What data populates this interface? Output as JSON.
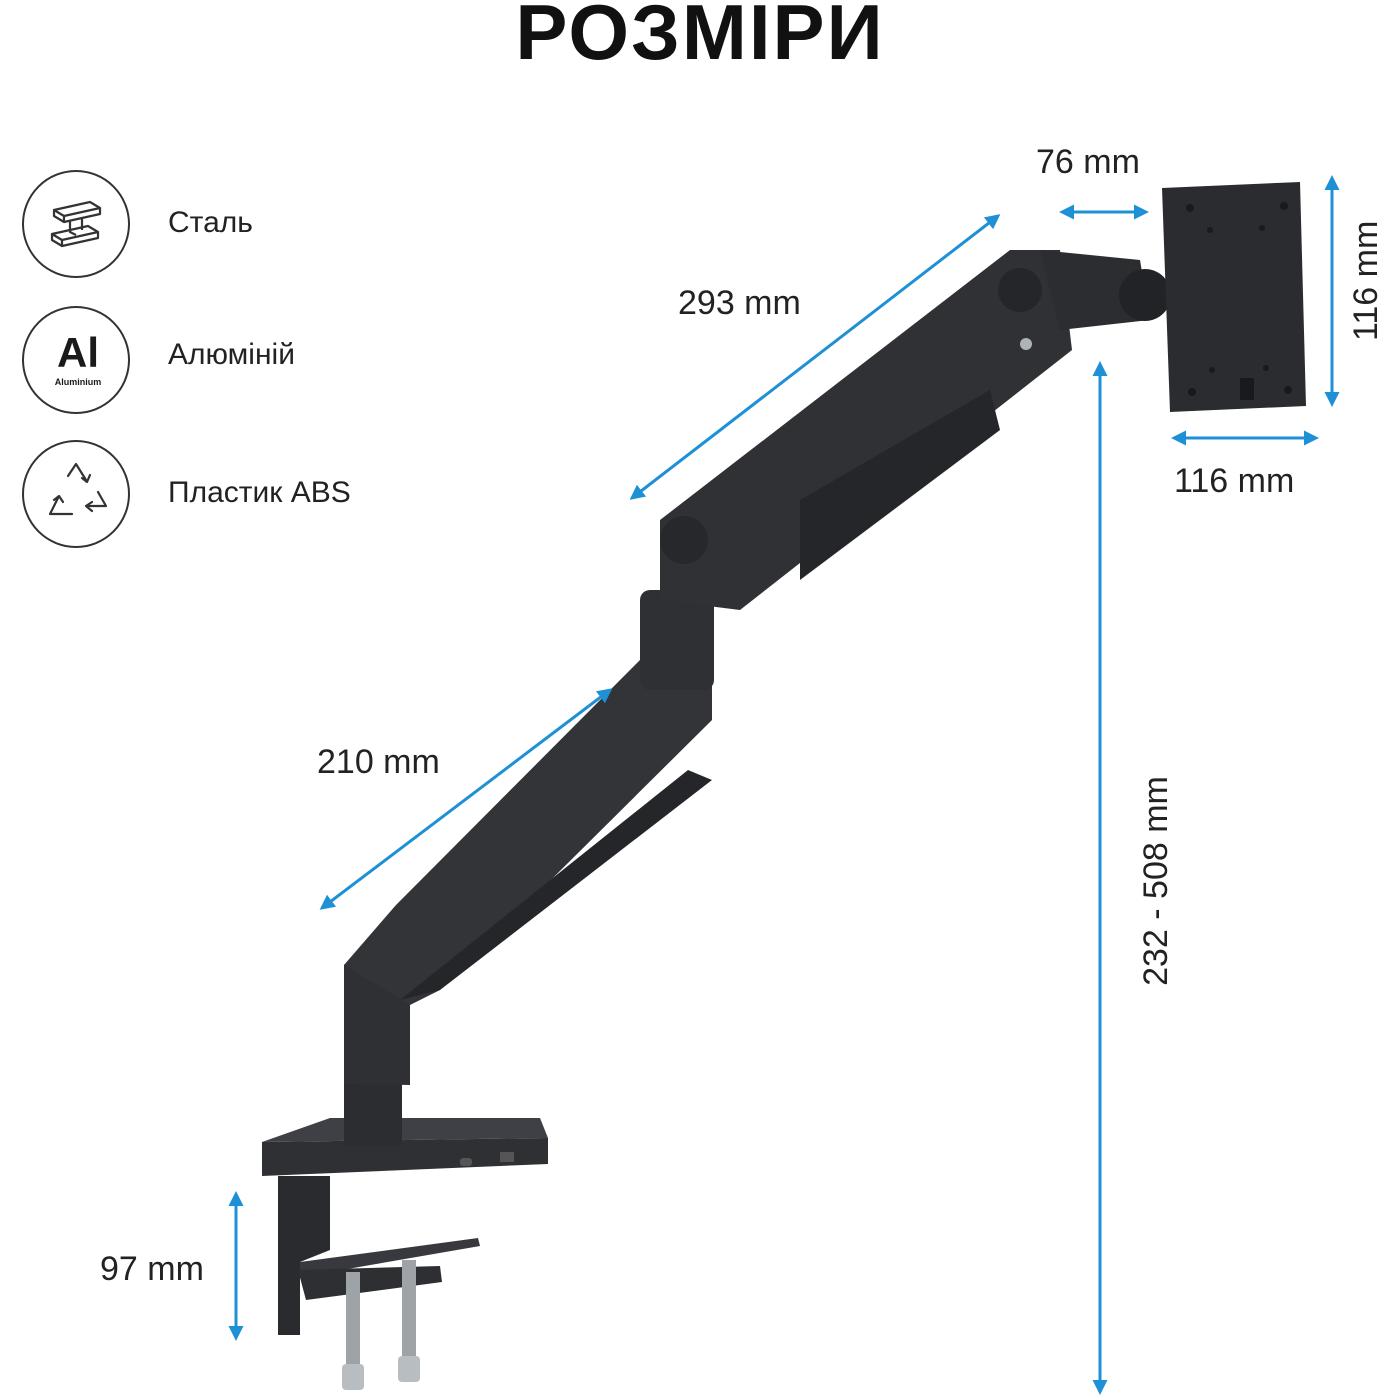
{
  "title": "РОЗМІРИ",
  "materials": [
    {
      "icon": "steel-beam-icon",
      "label": "Сталь"
    },
    {
      "icon": "aluminium-icon",
      "icon_text": "Al",
      "icon_subtext": "Aluminium",
      "label": "Алюміній"
    },
    {
      "icon": "recycle-icon",
      "label": "Пластик ABS"
    }
  ],
  "dimensions": {
    "vesa_depth": "76 mm",
    "upper_arm": "293 mm",
    "vesa_height": "116 mm",
    "vesa_width": "116 mm",
    "lower_arm": "210 mm",
    "height_range": "232 - 508 mm",
    "clamp_height": "97 mm"
  },
  "colors": {
    "arrow": "#1e90d6",
    "product": "#2e2f33"
  }
}
